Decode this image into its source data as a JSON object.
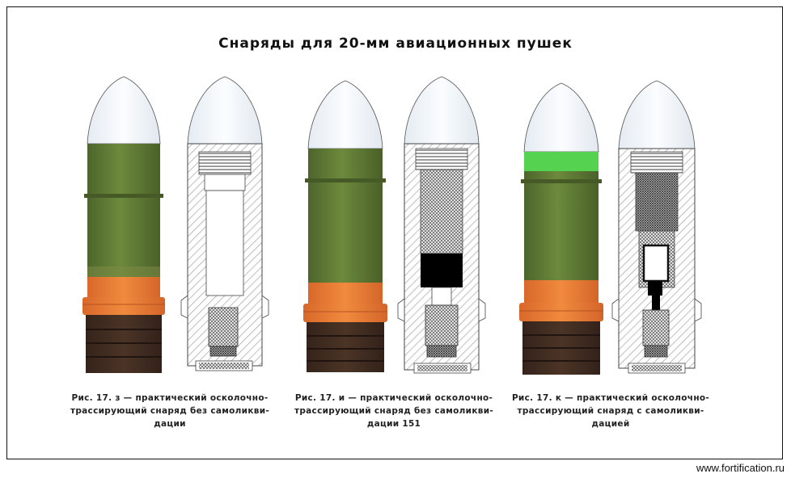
{
  "title": "Снаряды для 20-мм авиационных пушек",
  "captions": [
    [
      "Рис. 17. з — практический осколочно-",
      "трассирующий снаряд без самоликви-",
      "дации"
    ],
    [
      "Рис. 17. и — практический осколочно-",
      "трассирующий снаряд без самоликви-",
      "дации 151"
    ],
    [
      "Рис. 17. к — практический осколочно-",
      "трассирующий снаряд с самоликви-",
      "дацией"
    ]
  ],
  "watermark": "www.fortification.ru",
  "colors": {
    "nose": "#eef3f8",
    "body_green": "#5f7a38",
    "body_green_dark": "#4c652b",
    "body_green_light": "#72943e",
    "bright_green_band": "#55d24f",
    "copper_band": "#e97a2f",
    "base_brown": "#3f2a20",
    "hatch": "#8a8a8a",
    "black_fill": "#000000"
  }
}
